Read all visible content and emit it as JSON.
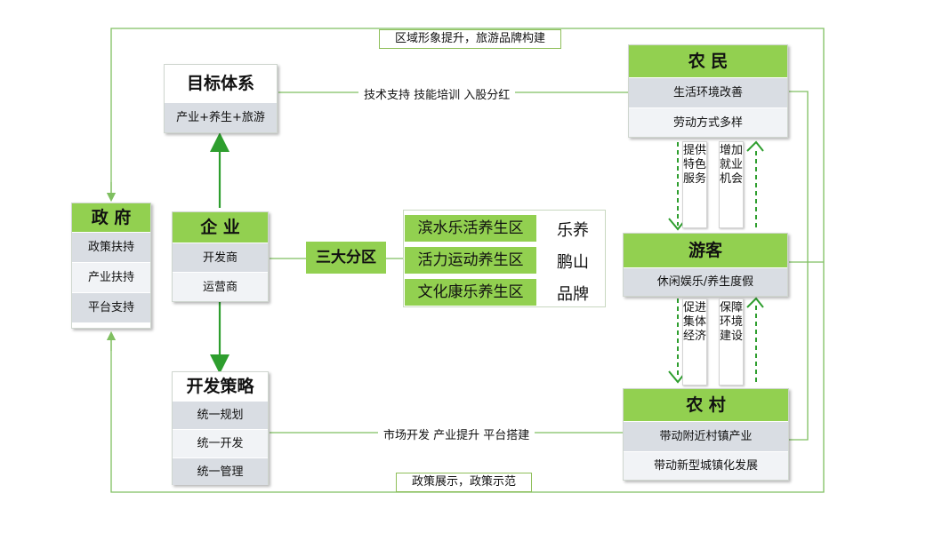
{
  "top_banner": "区域形象提升，旅游品牌构建",
  "bottom_banner": "政策展示，政策示范",
  "government": {
    "title": "政 府",
    "items": [
      "政策扶持",
      "产业扶持",
      "平台支持"
    ]
  },
  "goal_system": {
    "title": "目标体系",
    "items": [
      "产业+养生+旅游"
    ]
  },
  "enterprise": {
    "title": "企 业",
    "items": [
      "开发商",
      "运营商"
    ]
  },
  "strategy": {
    "title": "开发策略",
    "items": [
      "统一规划",
      "统一开发",
      "统一管理"
    ]
  },
  "three_zones": {
    "label": "三大分区",
    "zones": [
      "滨水乐活养生区",
      "活力运动养生区",
      "文化康乐养生区"
    ],
    "brand": [
      "乐养",
      "鹏山",
      "品牌"
    ]
  },
  "farmer": {
    "title": "农 民",
    "items": [
      "生活环境改善",
      "劳动方式多样"
    ]
  },
  "tourist": {
    "title": "游客",
    "items": [
      "休闲娱乐/养生度假"
    ]
  },
  "village": {
    "title": "农 村",
    "items": [
      "带动附近村镇产业",
      "带动新型城镇化发展"
    ]
  },
  "link_top": "技术支持  技能培训   入股分红",
  "link_bottom": "市场开发  产业提升    平台搭建",
  "vertical_tags": {
    "provide_services": "提供特色服务",
    "increase_jobs": "增加就业机会",
    "promote_economy": "促进集体经济",
    "ensure_environment": "保障环境建设"
  },
  "colors": {
    "green": "#92d050",
    "arrow_green": "#2e9e2e",
    "line": "#7fbf60"
  }
}
